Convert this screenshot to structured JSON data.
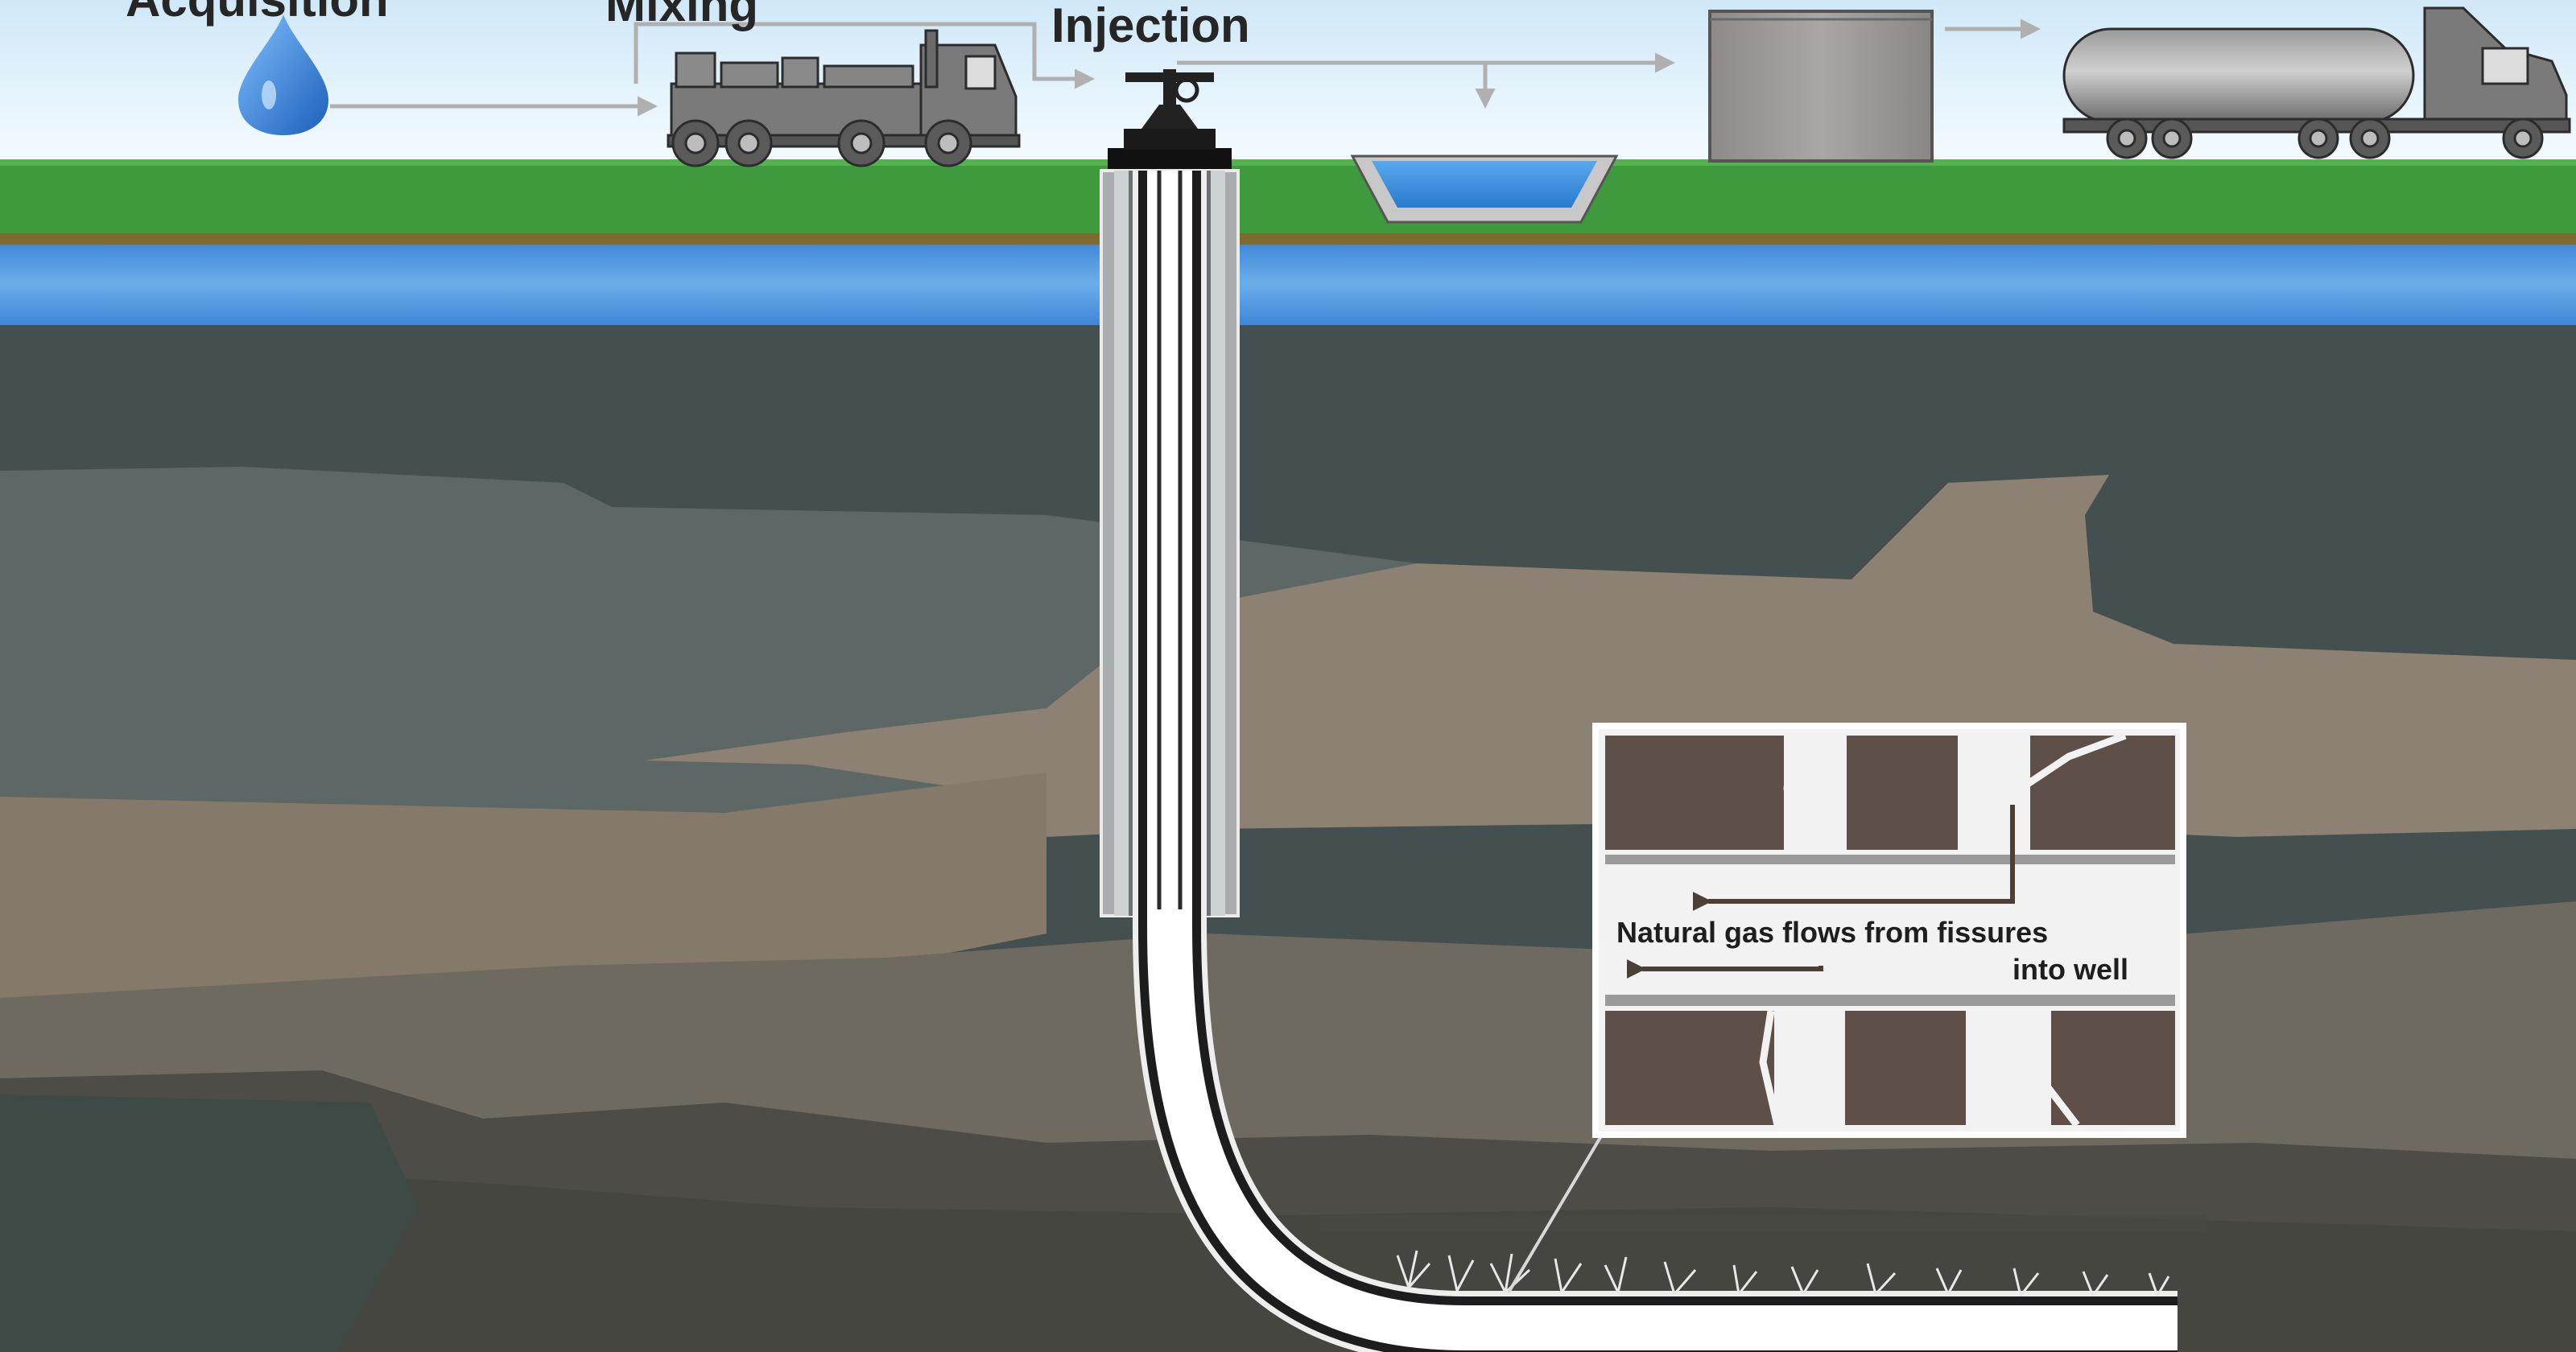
{
  "labels": {
    "acquisition": "Acquisition",
    "mixing": "Mixing",
    "injection": "Injection"
  },
  "inset": {
    "line1": "Natural gas flows from fissures",
    "line2": "into well"
  },
  "colors": {
    "sky": "#dff0fa",
    "grass": "#3e9a3c",
    "soil": "#7d6a2f",
    "aquifer": "#4f94dc",
    "rock_dark": "#3f4b4c",
    "rock_tan": "#8a8070",
    "shale": "#4a4a44",
    "arrow": "#b0b0b0",
    "water_drop": "#2a7fd6"
  }
}
